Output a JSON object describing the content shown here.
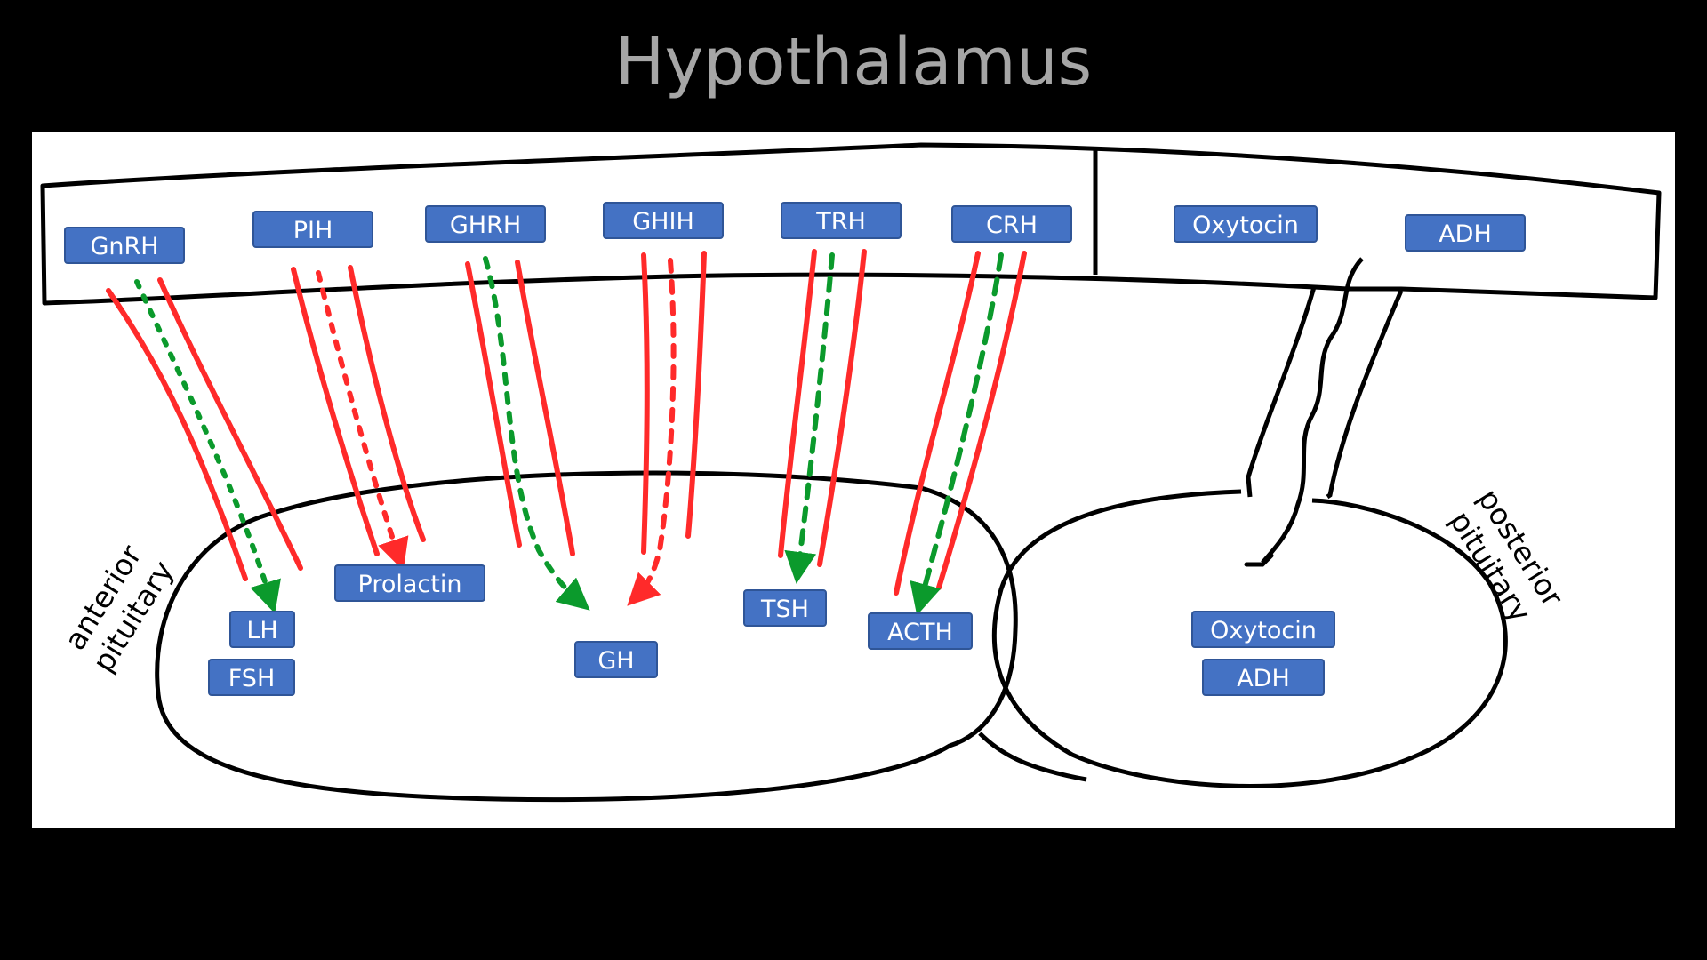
{
  "title": "Hypothalamus",
  "colors": {
    "background": "#000000",
    "title_text": "#a6a6a6",
    "panel": "#ffffff",
    "outline": "#000000",
    "label_fill": "#4472c4",
    "label_border": "#2f5597",
    "label_text": "#ffffff",
    "vessel_red": "#ff2a2a",
    "stimulatory_green": "#0b9a2c",
    "inhibitory_red": "#ff2a2a"
  },
  "hypothalamus_hormones": [
    "GnRH",
    "PIH",
    "GHRH",
    "GHIH",
    "TRH",
    "CRH",
    "Oxytocin",
    "ADH"
  ],
  "anterior_hormones": [
    "Prolactin",
    "LH",
    "FSH",
    "GH",
    "TSH",
    "ACTH"
  ],
  "posterior_hormones": [
    "Oxytocin",
    "ADH"
  ],
  "regions": {
    "anterior_line1": "anterior",
    "anterior_line2": "pituitary",
    "posterior_line1": "posterior",
    "posterior_line2": "pituitary"
  },
  "pathways": [
    {
      "from": "GnRH",
      "to": "LH / FSH",
      "effect": "stimulatory"
    },
    {
      "from": "PIH",
      "to": "Prolactin",
      "effect": "inhibitory"
    },
    {
      "from": "GHRH",
      "to": "GH",
      "effect": "stimulatory"
    },
    {
      "from": "GHIH",
      "to": "GH",
      "effect": "inhibitory"
    },
    {
      "from": "TRH",
      "to": "TSH",
      "effect": "stimulatory"
    },
    {
      "from": "CRH",
      "to": "ACTH",
      "effect": "stimulatory"
    }
  ]
}
